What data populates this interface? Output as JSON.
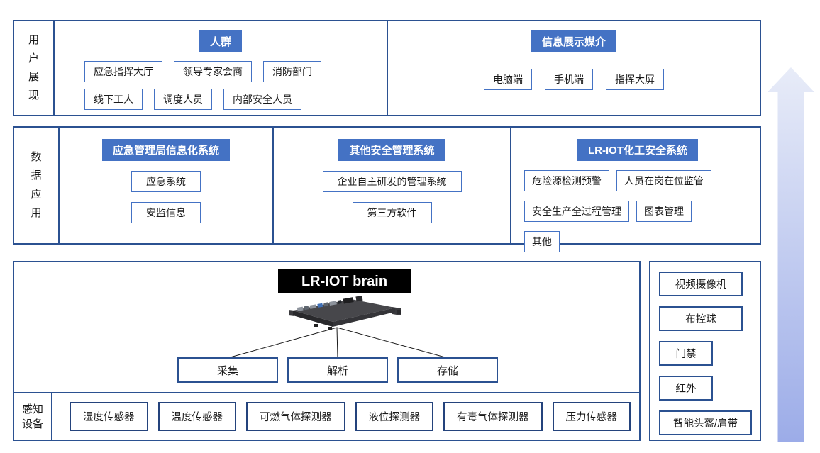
{
  "user_presentation": {
    "label": "用户展现",
    "crowd": {
      "header": "人群",
      "row1": [
        "应急指挥大厅",
        "领导专家会商",
        "消防部门"
      ],
      "row2": [
        "线下工人",
        "调度人员",
        "内部安全人员"
      ]
    },
    "media": {
      "header": "信息展示媒介",
      "items": [
        "电脑端",
        "手机端",
        "指挥大屏"
      ]
    }
  },
  "data_application": {
    "label": "数据应用",
    "col1": {
      "header": "应急管理局信息化系统",
      "items": [
        "应急系统",
        "安监信息"
      ]
    },
    "col2": {
      "header": "其他安全管理系统",
      "items": [
        "企业自主研发的管理系统",
        "第三方软件"
      ]
    },
    "col3": {
      "header": "LR-IOT化工安全系统",
      "items": [
        "危险源检测预警",
        "人员在岗在位监管",
        "安全生产全过程管理",
        "图表管理",
        "其他"
      ]
    }
  },
  "platform": {
    "brain_label": "LR-IOT brain",
    "functions": [
      "采集",
      "解析",
      "存储"
    ],
    "sensing": {
      "label": "感知设备",
      "items": [
        "湿度传感器",
        "温度传感器",
        "可燃气体探测器",
        "液位探测器",
        "有毒气体探测器",
        "压力传感器"
      ]
    }
  },
  "edge_devices": {
    "items": [
      "视频摄像机",
      "布控球",
      "门禁",
      "红外",
      "智能头盔/肩带"
    ]
  },
  "icons": {
    "server": "rack-server-icon",
    "arrow": "up-arrow-icon"
  },
  "colors": {
    "header_bg": "#4472C4",
    "section_border": "#2B5191",
    "light_box_border": "#4472C4",
    "dark_box_border": "#24437C",
    "brain_bg": "#000000",
    "arrow_gradient_top": "#E8ECF8",
    "arrow_gradient_bottom": "#9CACE8"
  }
}
